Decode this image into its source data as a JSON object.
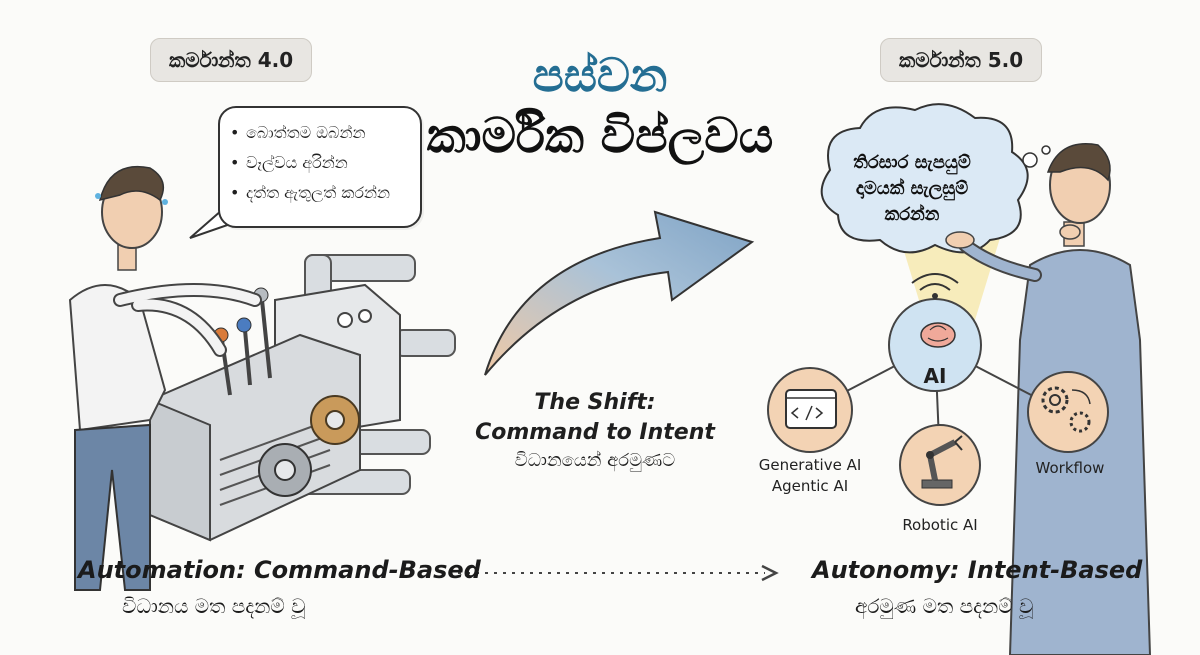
{
  "left_tag": "කර්මාන්ත 4.0",
  "right_tag": "කර්මාන්ත 5.0",
  "title": {
    "line1": "පස්වන",
    "line2": "කාර්මික විප්ලවය"
  },
  "speech_bubble": {
    "items": [
      "බොත්තම ඔබන්න",
      "වෑල්වය අරින්න",
      "දත්ත ඇතුලත් කරන්න"
    ]
  },
  "thought_cloud": "තිරසාර සැපයුම් දාමයක් සැලසුම් කරන්න",
  "shift": {
    "title_line1": "The Shift:",
    "title_line2": "Command to Intent",
    "subtitle": "විධානයෙන් අරමුණට"
  },
  "ai_hub": {
    "center_label": "AI",
    "nodes": [
      {
        "label": "Generative AI\nAgentic AI",
        "icon": "code-window-icon"
      },
      {
        "label": "Robotic AI",
        "icon": "robot-arm-icon"
      },
      {
        "label": "Workflow",
        "icon": "gears-workflow-icon"
      }
    ]
  },
  "bottom": {
    "left_en": "Automation: Command-Based",
    "left_si": "විධානය මත පදනම් වූ",
    "right_en": "Autonomy: Intent-Based",
    "right_si": "අරමුණ මත පදනම් වූ"
  },
  "colors": {
    "title_blue": "#246e93",
    "node_fill": "#f3d3b4",
    "hub_fill": "#cfe3f2",
    "glow": "#f6e7a6"
  }
}
